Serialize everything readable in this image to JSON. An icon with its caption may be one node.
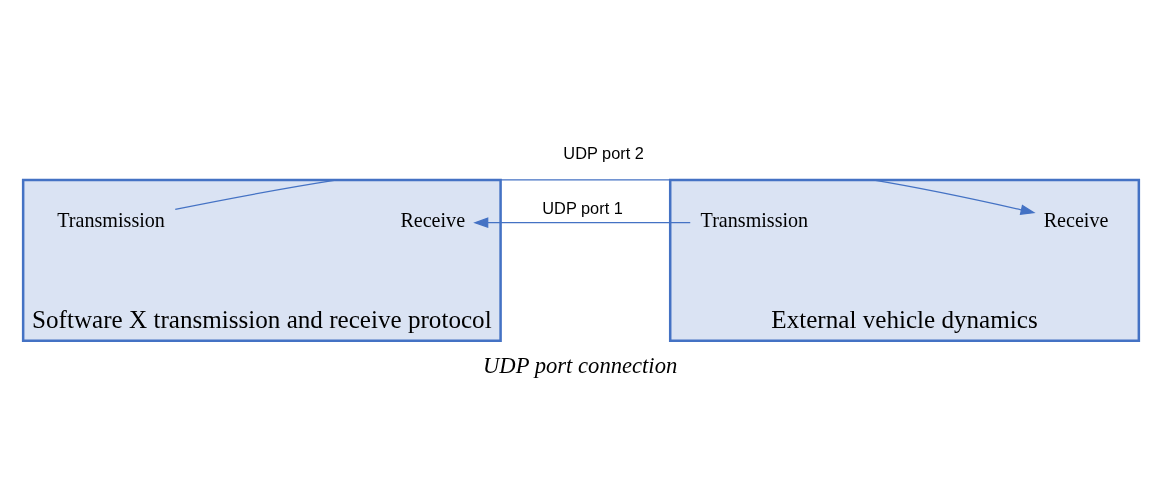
{
  "diagram": {
    "caption": "UDP port connection",
    "nodes": [
      {
        "text": [
          "Software X transmission and receive protocol"
        ]
      },
      {
        "text": [
          "Transmission"
        ],
        "in": 0
      },
      {
        "text": [
          "Receive"
        ],
        "in": 0
      },
      {
        "text": [
          "External vehicle dynamics"
        ]
      },
      {
        "text": [
          "Transmission"
        ],
        "in": 3
      },
      {
        "text": [
          "Receive"
        ],
        "in": 3
      }
    ],
    "edges": [
      {
        "from": 4,
        "to": 2,
        "arrow": "to",
        "label": "UDP port 1"
      },
      {
        "from": 1,
        "to": 5,
        "arrow": "to",
        "label": "UDP port 2"
      }
    ]
  }
}
